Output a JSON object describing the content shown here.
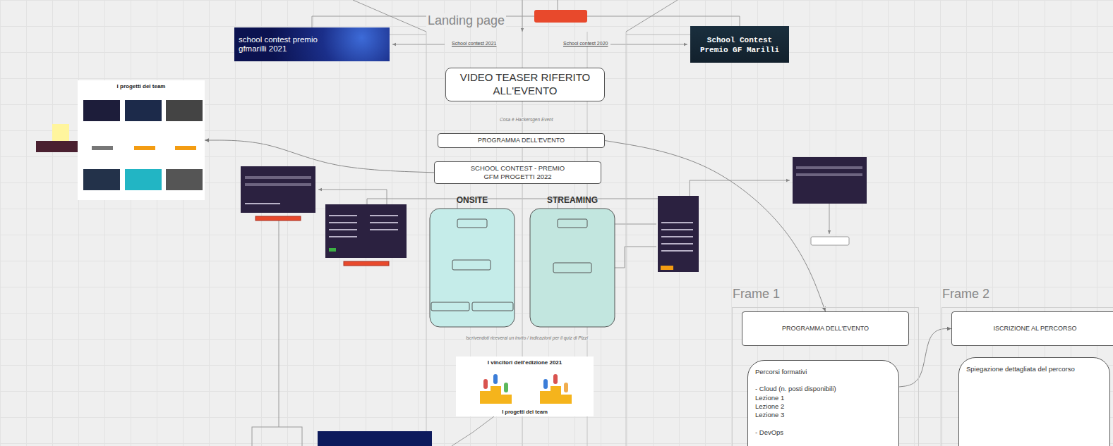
{
  "diagram": {
    "nodes": [
      {
        "text": [
          "school contest premio gfmarilli 2021"
        ]
      },
      {
        "text": [
          "School Contest Premio GF Marilli"
        ]
      },
      {
        "text": [
          "VIDEO TEASER RIFERITO ALL'EVENTO"
        ]
      },
      {
        "text": [
          "PROGRAMMA DELL'EVENTO"
        ]
      },
      {
        "text": [
          "SCHOOL CONTEST - PREMIO GFM PROGETTI 2022"
        ]
      },
      {
        "text": [
          "ONSITE"
        ]
      },
      {
        "text": [
          "STREAMING"
        ]
      },
      {
        "text": [
          "Frame 1"
        ]
      },
      {
        "text": [
          "PROGRAMMA DELL'EVENTO"
        ],
        "in": 7
      },
      {
        "text": [
          "Percorsi formativi",
          "- Cloud (n. posti disponibili)",
          "Lezione 1",
          "Lezione 2",
          "Lezione 3",
          "- DevOps"
        ],
        "in": 7
      },
      {
        "text": [
          "Frame 2"
        ]
      },
      {
        "text": [
          "ISCRIZIONE AL PERCORSO"
        ],
        "in": 10
      },
      {
        "text": [
          "Spiegazione dettagliata del percorso"
        ],
        "in": 10
      },
      {
        "text": [
          "I progetti del team"
        ]
      },
      {
        "text": [
          "I vincitori dell'edizione 2021",
          "I progetti dei team"
        ]
      }
    ],
    "edges": [
      {
        "from": 3,
        "to": 8,
        "arrow": "to"
      },
      {
        "from": 9,
        "to": 11,
        "arrow": "to"
      },
      {
        "from": 4,
        "to": 13,
        "arrow": "to"
      }
    ],
    "labels": [
      "Landing page",
      "School contest 2021",
      "School contest 2020",
      "Cosa è Hackersgen Event",
      "Iscrivendoti riceverai un invito / indicazioni per il quiz di Pizzi"
    ]
  }
}
